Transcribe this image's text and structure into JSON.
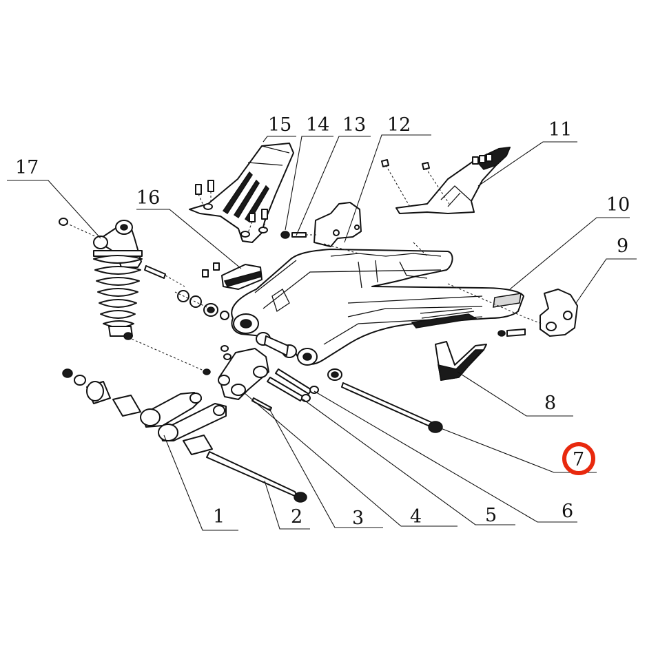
{
  "callouts": [
    {
      "id": "1",
      "text": "1"
    },
    {
      "id": "2",
      "text": "2"
    },
    {
      "id": "3",
      "text": "3"
    },
    {
      "id": "4",
      "text": "4"
    },
    {
      "id": "5",
      "text": "5"
    },
    {
      "id": "6",
      "text": "6"
    },
    {
      "id": "7",
      "text": "7",
      "highlighted": true
    },
    {
      "id": "8",
      "text": "8"
    },
    {
      "id": "9",
      "text": "9"
    },
    {
      "id": "10",
      "text": "10"
    },
    {
      "id": "11",
      "text": "11"
    },
    {
      "id": "12",
      "text": "12"
    },
    {
      "id": "13",
      "text": "13"
    },
    {
      "id": "14",
      "text": "14"
    },
    {
      "id": "15",
      "text": "15"
    },
    {
      "id": "16",
      "text": "16"
    },
    {
      "id": "17",
      "text": "17"
    }
  ],
  "colors": {
    "line": "#111111",
    "highlight": "#e8290e",
    "background": "#ffffff"
  }
}
